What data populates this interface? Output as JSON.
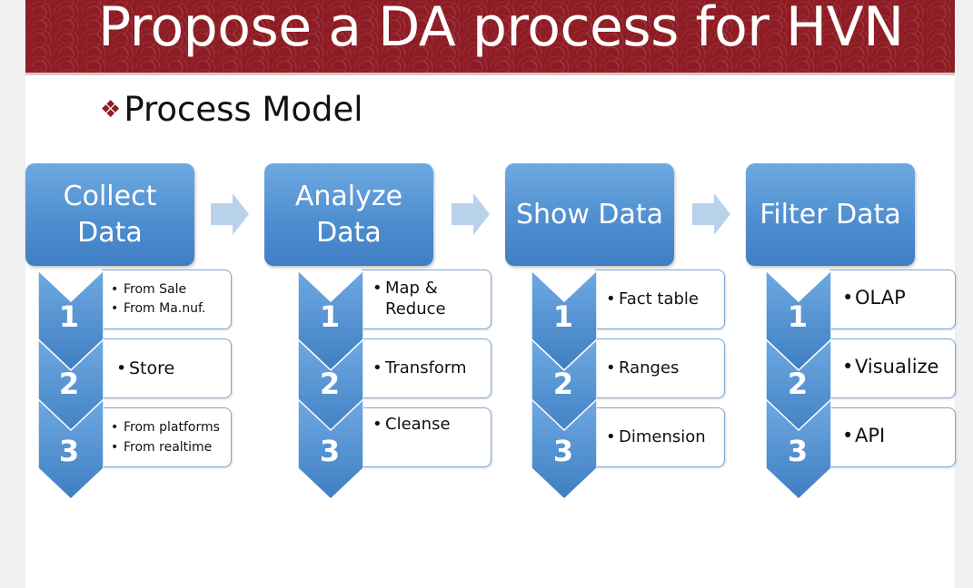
{
  "slide": {
    "title": "Propose a DA process for HVN",
    "subtitle": "Process Model",
    "subtitle_bullet": "❖"
  },
  "colors": {
    "banner": "#8e1c24",
    "box_blue": "#4f8fd0",
    "arrow_light": "#b9d2ec"
  },
  "steps": [
    {
      "heading": "Collect\nData",
      "items": [
        {
          "number": "1",
          "bullets": [
            "From Sale",
            "From Ma.nuf."
          ]
        },
        {
          "number": "2",
          "bullets": [
            "Store"
          ]
        },
        {
          "number": "3",
          "bullets": [
            "From platforms",
            "From realtime"
          ]
        }
      ]
    },
    {
      "heading": "Analyze\nData",
      "items": [
        {
          "number": "1",
          "bullets": [
            "Map &\nReduce"
          ]
        },
        {
          "number": "2",
          "bullets": [
            "Transform"
          ]
        },
        {
          "number": "3",
          "bullets": [
            "Cleanse"
          ]
        }
      ]
    },
    {
      "heading": "Show Data",
      "items": [
        {
          "number": "1",
          "bullets": [
            "Fact table"
          ]
        },
        {
          "number": "2",
          "bullets": [
            "Ranges"
          ]
        },
        {
          "number": "3",
          "bullets": [
            "Dimension"
          ]
        }
      ]
    },
    {
      "heading": "Filter Data",
      "items": [
        {
          "number": "1",
          "bullets": [
            "OLAP"
          ]
        },
        {
          "number": "2",
          "bullets": [
            "Visualize"
          ]
        },
        {
          "number": "3",
          "bullets": [
            "API"
          ]
        }
      ]
    }
  ]
}
